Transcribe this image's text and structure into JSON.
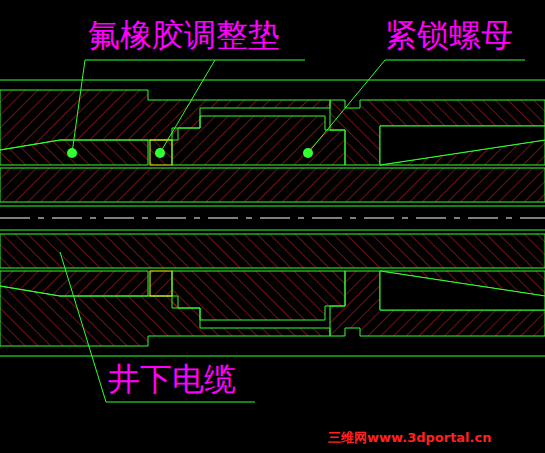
{
  "diagram": {
    "labels": [
      "氟橡胶调整垫",
      "紧锁螺母",
      "井下电缆",
      "三维网www.3dportal.cn"
    ]
  }
}
